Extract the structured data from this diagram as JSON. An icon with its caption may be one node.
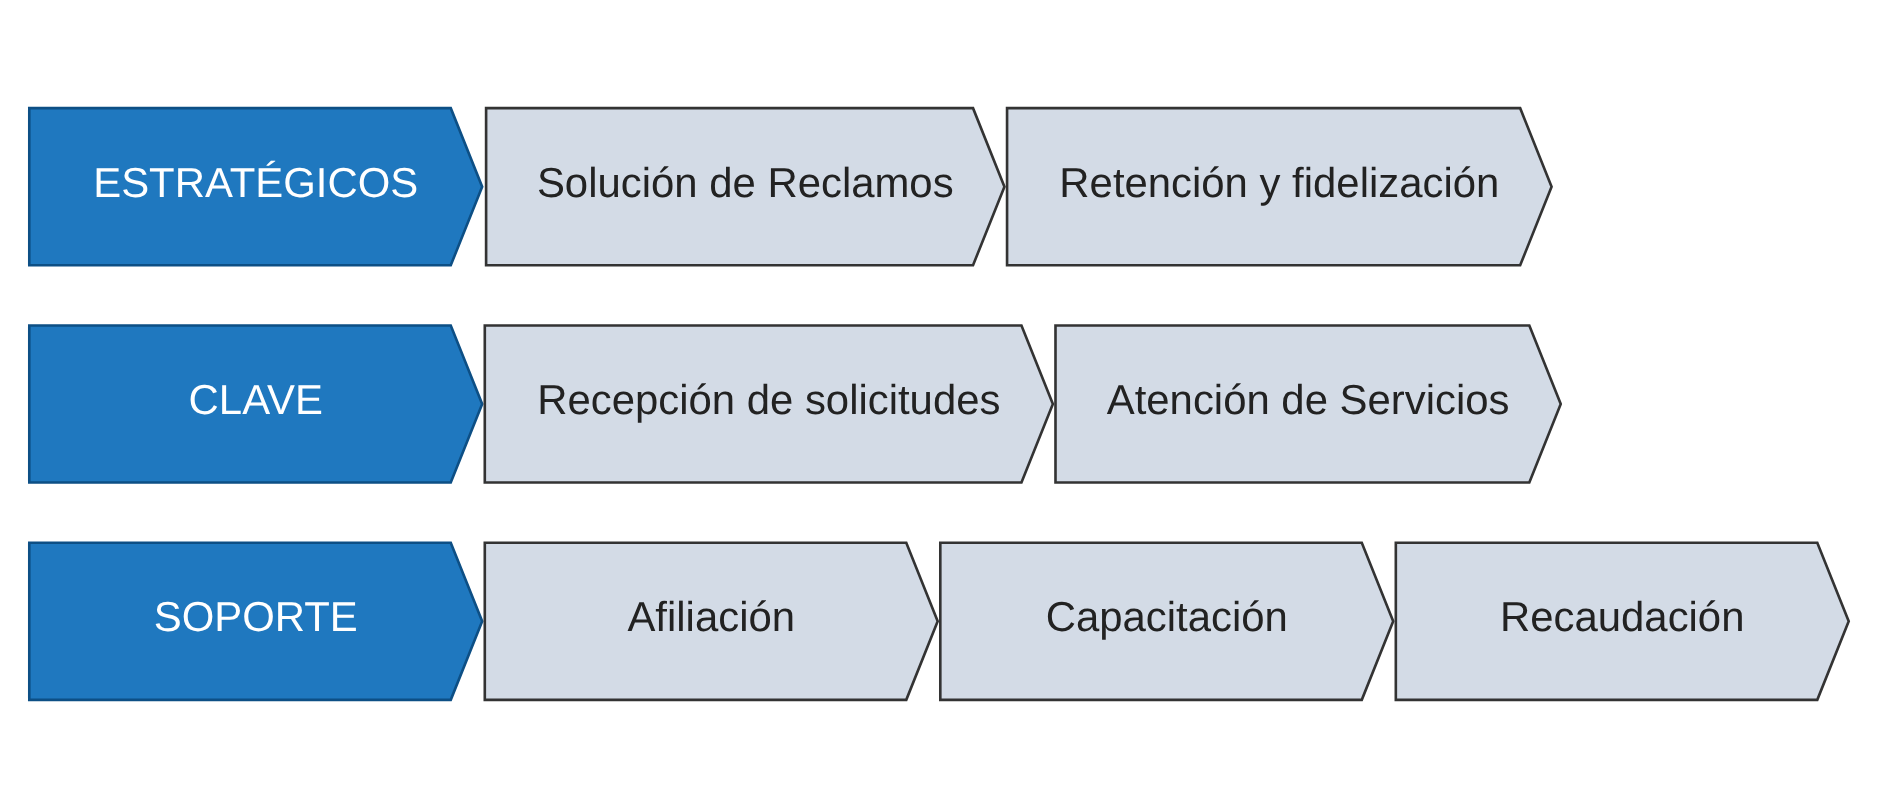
{
  "diagram": {
    "nodes": [
      {
        "text": [
          "ESTRATÉGICOS"
        ]
      },
      {
        "text": [
          "Solución de Reclamos"
        ]
      },
      {
        "text": [
          "Retención y fidelización"
        ]
      },
      {
        "text": [
          "CLAVE"
        ]
      },
      {
        "text": [
          "Recepción de solicitudes"
        ]
      },
      {
        "text": [
          "Atención de Servicios"
        ]
      },
      {
        "text": [
          "SOPORTE"
        ]
      },
      {
        "text": [
          "Afiliación"
        ]
      },
      {
        "text": [
          "Capacitación"
        ]
      },
      {
        "text": [
          "Recaudación"
        ]
      }
    ]
  }
}
